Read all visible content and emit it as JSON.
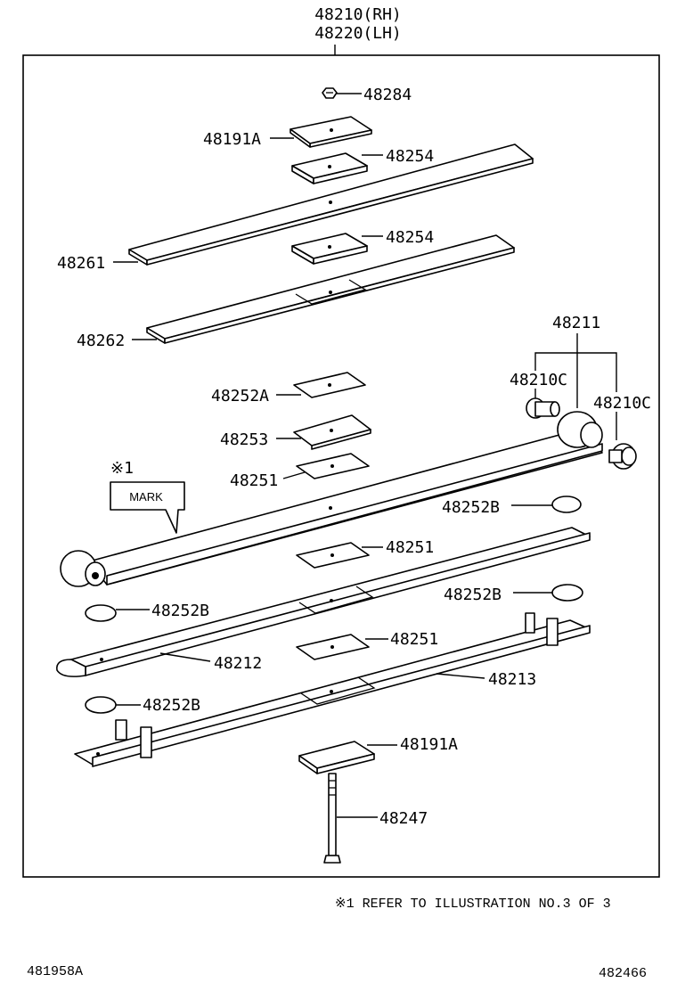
{
  "header": {
    "assembly_rh": "48210(RH)",
    "assembly_lh": "48220(LH)"
  },
  "labels": {
    "p48284": "48284",
    "p48191A_top": "48191A",
    "p48254_a": "48254",
    "p48261": "48261",
    "p48254_b": "48254",
    "p48262": "48262",
    "p48211": "48211",
    "p48210C_left": "48210C",
    "p48210C_right": "48210C",
    "p48252A": "48252A",
    "p48253": "48253",
    "p48251_a": "48251",
    "ref_mark": "※1",
    "mark_callout": "MARK",
    "p48252B_a": "48252B",
    "p48251_b": "48251",
    "p48252B_b": "48252B",
    "p48252B_c": "48252B",
    "p48212": "48212",
    "p48251_c": "48251",
    "p48213": "48213",
    "p48252B_d": "48252B",
    "p48191A_bottom": "48191A",
    "p48247": "48247"
  },
  "footnote": "※1  REFER TO ILLUSTRATION NO.3 OF 3",
  "footer": {
    "left_code": "481958A",
    "right_code": "482466"
  }
}
